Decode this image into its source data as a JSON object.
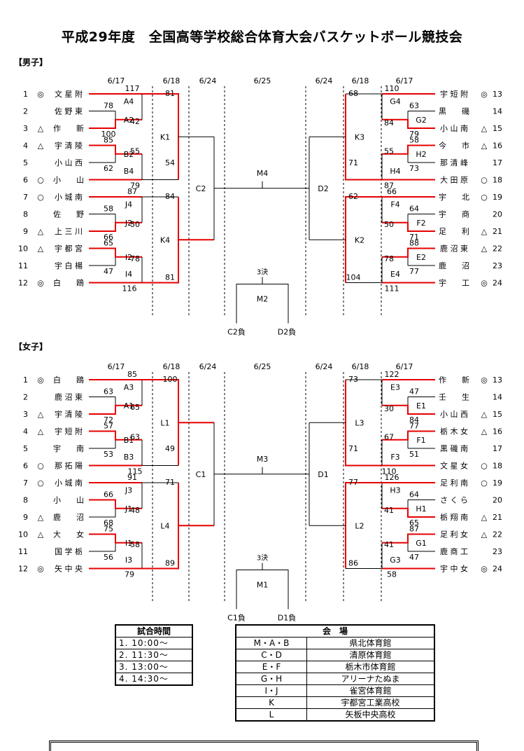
{
  "title": "平成29年度　全国高等学校総合体育大会バスケットボール競技会",
  "men": {
    "label": "【男子】",
    "dates": [
      "6/17",
      "6/18",
      "6/24",
      "6/25",
      "6/24",
      "6/18",
      "6/17"
    ],
    "left_teams": [
      {
        "no": "1",
        "mark": "◎",
        "name": "文 星 附"
      },
      {
        "no": "2",
        "mark": "",
        "name": "佐 野 東"
      },
      {
        "no": "3",
        "mark": "△",
        "name": "作　　新"
      },
      {
        "no": "4",
        "mark": "△",
        "name": "宇 清 陵"
      },
      {
        "no": "5",
        "mark": "",
        "name": "小 山 西"
      },
      {
        "no": "6",
        "mark": "○",
        "name": "小　　山"
      },
      {
        "no": "7",
        "mark": "○",
        "name": "小 城 南"
      },
      {
        "no": "8",
        "mark": "",
        "name": "佐　　野"
      },
      {
        "no": "9",
        "mark": "△",
        "name": "上 三 川"
      },
      {
        "no": "10",
        "mark": "△",
        "name": "宇 都 宮"
      },
      {
        "no": "11",
        "mark": "",
        "name": "宇 白 楊"
      },
      {
        "no": "12",
        "mark": "◎",
        "name": "白　　鴎"
      }
    ],
    "right_teams": [
      {
        "no": "13",
        "mark": "◎",
        "name": "宇 短 附"
      },
      {
        "no": "14",
        "mark": "",
        "name": "黒　　磯"
      },
      {
        "no": "15",
        "mark": "△",
        "name": "小 山 南"
      },
      {
        "no": "16",
        "mark": "△",
        "name": "今　　市"
      },
      {
        "no": "17",
        "mark": "",
        "name": "那 清 峰"
      },
      {
        "no": "18",
        "mark": "○",
        "name": "大 田 原"
      },
      {
        "no": "19",
        "mark": "○",
        "name": "宇　　北"
      },
      {
        "no": "20",
        "mark": "",
        "name": "宇　　商"
      },
      {
        "no": "21",
        "mark": "△",
        "name": "足　　利"
      },
      {
        "no": "22",
        "mark": "△",
        "name": "鹿 沼 東"
      },
      {
        "no": "23",
        "mark": "",
        "name": "鹿　　沼"
      },
      {
        "no": "24",
        "mark": "◎",
        "name": "宇　　工"
      }
    ],
    "matches": {
      "A2": "A2",
      "A4": "A4",
      "B2": "B2",
      "B4": "B4",
      "J2": "J2",
      "J4": "J4",
      "I2": "I2",
      "I4": "I4",
      "K1": "K1",
      "K4": "K4",
      "C2": "C2",
      "M4": "M4",
      "D2": "D2",
      "K3": "K3",
      "K2": "K2",
      "G2": "G2",
      "G4": "G4",
      "H2": "H2",
      "H4": "H4",
      "F2": "F2",
      "F4": "F4",
      "E2": "E2",
      "E4": "E4",
      "M2": "M2"
    },
    "left_scores": {
      "A4_top": "117",
      "A2_top": "78",
      "A2_bot": "42",
      "A4_bot": "100",
      "K1_top": "81",
      "B2_top": "85",
      "B2_bot": "55",
      "B4_top": "62",
      "B4_bot": "79",
      "K1_bot": "54",
      "J4_top": "87",
      "J2_top": "58",
      "J2_bot": "50",
      "J4_bot": "66",
      "K4_top": "84",
      "I2_top": "65",
      "I2_bot": "78",
      "I4_top": "47",
      "I4_bot": "116",
      "K4_bot": "81"
    },
    "right_scores": {
      "G4_top": "110",
      "G2_top": "63",
      "G2_bot": "84",
      "G4_bot": "79",
      "K3_top": "68",
      "H2_top": "58",
      "H2_bot": "55",
      "H4_top": "73",
      "H4_bot": "87",
      "K3_bot": "71",
      "F4_top": "66",
      "F2_top": "64",
      "F2_bot": "50",
      "F4_bot": "71",
      "K2_top": "62",
      "E2_top": "88",
      "E2_bot": "78",
      "E4_top": "77",
      "E4_bot": "111",
      "K2_bot": "104"
    },
    "third": {
      "label": "3決",
      "left": "C2負",
      "right": "D2負"
    }
  },
  "women": {
    "label": "【女子】",
    "dates": [
      "6/17",
      "6/18",
      "6/24",
      "6/25",
      "6/24",
      "6/18",
      "6/17"
    ],
    "left_teams": [
      {
        "no": "1",
        "mark": "◎",
        "name": "白　　鴎"
      },
      {
        "no": "2",
        "mark": "",
        "name": "鹿 沼 東"
      },
      {
        "no": "3",
        "mark": "△",
        "name": "宇 清 陵"
      },
      {
        "no": "4",
        "mark": "△",
        "name": "宇 短 附"
      },
      {
        "no": "5",
        "mark": "",
        "name": "宇　　南"
      },
      {
        "no": "6",
        "mark": "○",
        "name": "那 拓 陽"
      },
      {
        "no": "7",
        "mark": "○",
        "name": "小 城 南"
      },
      {
        "no": "8",
        "mark": "",
        "name": "小　　山"
      },
      {
        "no": "9",
        "mark": "△",
        "name": "鹿　　沼"
      },
      {
        "no": "10",
        "mark": "△",
        "name": "大　　女"
      },
      {
        "no": "11",
        "mark": "",
        "name": "国 学 栃"
      },
      {
        "no": "12",
        "mark": "◎",
        "name": "矢 中 央"
      }
    ],
    "right_teams": [
      {
        "no": "13",
        "mark": "◎",
        "name": "作　　新"
      },
      {
        "no": "14",
        "mark": "",
        "name": "壬　　生"
      },
      {
        "no": "15",
        "mark": "△",
        "name": "小 山 西"
      },
      {
        "no": "16",
        "mark": "△",
        "name": "栃 木 女"
      },
      {
        "no": "17",
        "mark": "",
        "name": "黒 磯 南"
      },
      {
        "no": "18",
        "mark": "○",
        "name": "文 星 女"
      },
      {
        "no": "19",
        "mark": "○",
        "name": "足 利 南"
      },
      {
        "no": "20",
        "mark": "",
        "name": "さ く ら"
      },
      {
        "no": "21",
        "mark": "△",
        "name": "栃 翔 南"
      },
      {
        "no": "22",
        "mark": "△",
        "name": "足 利 女"
      },
      {
        "no": "23",
        "mark": "",
        "name": "鹿 商 工"
      },
      {
        "no": "24",
        "mark": "◎",
        "name": "宇 中 女"
      }
    ],
    "matches": {
      "A1": "A1",
      "A3": "A3",
      "B1": "B1",
      "B3": "B3",
      "J1": "J1",
      "J3": "J3",
      "I1": "I1",
      "I3": "I3",
      "L1": "L1",
      "L4": "L4",
      "C1": "C1",
      "M3": "M3",
      "D1": "D1",
      "L3": "L3",
      "L2": "L2",
      "E1": "E1",
      "E3": "E3",
      "F1": "F1",
      "F3": "F3",
      "H1": "H1",
      "H3": "H3",
      "G1": "G1",
      "G3": "G3",
      "M1": "M1"
    },
    "left_scores": {
      "A3_top": "85",
      "A1_top": "63",
      "A1_bot": "65",
      "A3_bot": "72",
      "L1_top": "100",
      "B1_top": "57",
      "B1_bot": "63",
      "B3_top": "53",
      "B3_bot": "115",
      "L1_bot": "49",
      "J3_top": "91",
      "J1_top": "66",
      "J1_bot": "48",
      "J3_bot": "68",
      "L4_top": "71",
      "I1_top": "75",
      "I1_bot": "58",
      "I3_top": "56",
      "I3_bot": "79",
      "L4_bot": "89"
    },
    "right_scores": {
      "E3_top": "122",
      "E1_top": "47",
      "E1_bot": "30",
      "E3_bot": "84",
      "L3_top": "73",
      "F1_top": "77",
      "F1_bot": "67",
      "F3_top": "51",
      "F3_bot": "110",
      "L3_bot": "71",
      "H3_top": "126",
      "H1_top": "64",
      "H1_bot": "41",
      "H3_bot": "65",
      "L2_top": "77",
      "G1_top": "87",
      "G1_bot": "41",
      "G3_top": "47",
      "G3_bot": "58",
      "L2_bot": "86"
    },
    "third": {
      "label": "3決",
      "left": "C1負",
      "right": "D1負"
    }
  },
  "times": {
    "header": "試合時間",
    "rows": [
      "1. 10:00～",
      "2. 11:30～",
      "3. 13:00～",
      "4. 14:30～"
    ]
  },
  "venues": {
    "header": "会　場",
    "rows": [
      {
        "courts": "M・A・B",
        "venue": "県北体育館"
      },
      {
        "courts": "C・D",
        "venue": "清原体育館"
      },
      {
        "courts": "E・F",
        "venue": "栃木市体育館"
      },
      {
        "courts": "G・H",
        "venue": "アリーナたぬま"
      },
      {
        "courts": "I・J",
        "venue": "雀宮体育館"
      },
      {
        "courts": "K",
        "venue": "宇都宮工業高校"
      },
      {
        "courts": "L",
        "venue": "矢板中央高校"
      }
    ]
  },
  "colors": {
    "winner_line": "#e60000",
    "line": "#000000"
  }
}
